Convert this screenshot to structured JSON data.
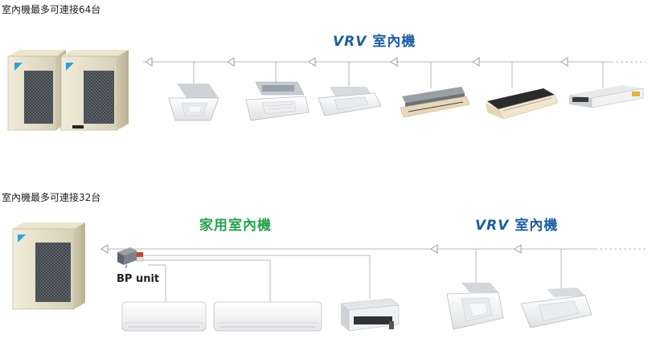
{
  "section1": {
    "caption": "室內機最多可連接64台",
    "group_title_prefix": "VRV",
    "group_title_suffix": " 室內機"
  },
  "section2": {
    "caption": "室內機最多可連接32台",
    "home_title": "家用室內機",
    "vrv_title_prefix": "VRV",
    "vrv_title_suffix": " 室內機",
    "bp_label": "BP unit"
  },
  "icons": {
    "outdoor_unit": "daikin-outdoor-unit-icon",
    "cassette": "ceiling-cassette-icon",
    "wall_mounted": "wall-mounted-unit-icon",
    "ducted": "ducted-unit-icon",
    "bp_unit": "bp-unit-icon",
    "flow_arrow": "flow-arrow-icon"
  },
  "colors": {
    "vrv_title": "#1c5f9f",
    "home_title": "#27a14d",
    "line": "#b9b9b9"
  }
}
